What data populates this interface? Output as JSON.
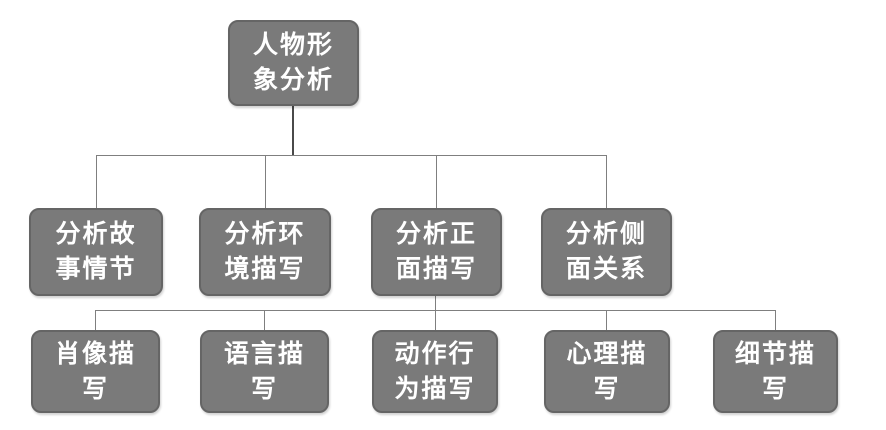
{
  "diagram": {
    "type": "org-chart",
    "title": "人物形象分析",
    "colors": {
      "background": "#ffffff",
      "node_fill": "#7a7a7a",
      "node_border": "#656565",
      "node_text": "#ffffff",
      "connector_thin": "#7f7f7f",
      "connector_root": "#4a4a4a"
    },
    "root": {
      "label": "人物形象分析",
      "line1": "人物形",
      "line2": "象分析"
    },
    "level2": [
      {
        "label": "分析故事情节",
        "line1": "分析故",
        "line2": "事情节"
      },
      {
        "label": "分析环境描写",
        "line1": "分析环",
        "line2": "境描写"
      },
      {
        "label": "分析正面描写",
        "line1": "分析正",
        "line2": "面描写"
      },
      {
        "label": "分析侧面关系",
        "line1": "分析侧",
        "line2": "面关系"
      }
    ],
    "level3": [
      {
        "label": "肖像描写",
        "line1": "肖像描",
        "line2": "写"
      },
      {
        "label": "语言描写",
        "line1": "语言描",
        "line2": "写"
      },
      {
        "label": "动作行为描写",
        "line1": "动作行",
        "line2": "为描写"
      },
      {
        "label": "心理描写",
        "line1": "心理描",
        "line2": "写"
      },
      {
        "label": "细节描写",
        "line1": "细节描",
        "line2": "写"
      }
    ]
  }
}
